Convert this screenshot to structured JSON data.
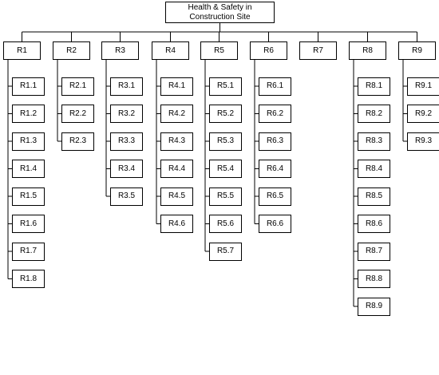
{
  "root": {
    "line1": "Health & Safety in",
    "line2": "Construction Site"
  },
  "groups": [
    {
      "label": "R1",
      "children": [
        "R1.1",
        "R1.2",
        "R1.3",
        "R1.4",
        "R1.5",
        "R1.6",
        "R1.7",
        "R1.8"
      ]
    },
    {
      "label": "R2",
      "children": [
        "R2.1",
        "R2.2",
        "R2.3"
      ]
    },
    {
      "label": "R3",
      "children": [
        "R3.1",
        "R3.2",
        "R3.3",
        "R3.4",
        "R3.5"
      ]
    },
    {
      "label": "R4",
      "children": [
        "R4.1",
        "R4.2",
        "R4.3",
        "R4.4",
        "R4.5",
        "R4.6"
      ]
    },
    {
      "label": "R5",
      "children": [
        "R5.1",
        "R5.2",
        "R5.3",
        "R5.4",
        "R5.5",
        "R5.6",
        "R5.7"
      ]
    },
    {
      "label": "R6",
      "children": [
        "R6.1",
        "R6.2",
        "R6.3",
        "R6.4",
        "R6.5",
        "R6.6"
      ]
    },
    {
      "label": "R7",
      "children": []
    },
    {
      "label": "R8",
      "children": [
        "R8.1",
        "R8.2",
        "R8.3",
        "R8.4",
        "R8.5",
        "R8.6",
        "R8.7",
        "R8.8",
        "R8.9"
      ]
    },
    {
      "label": "R9",
      "children": [
        "R9.1",
        "R9.2",
        "R9.3"
      ]
    }
  ]
}
